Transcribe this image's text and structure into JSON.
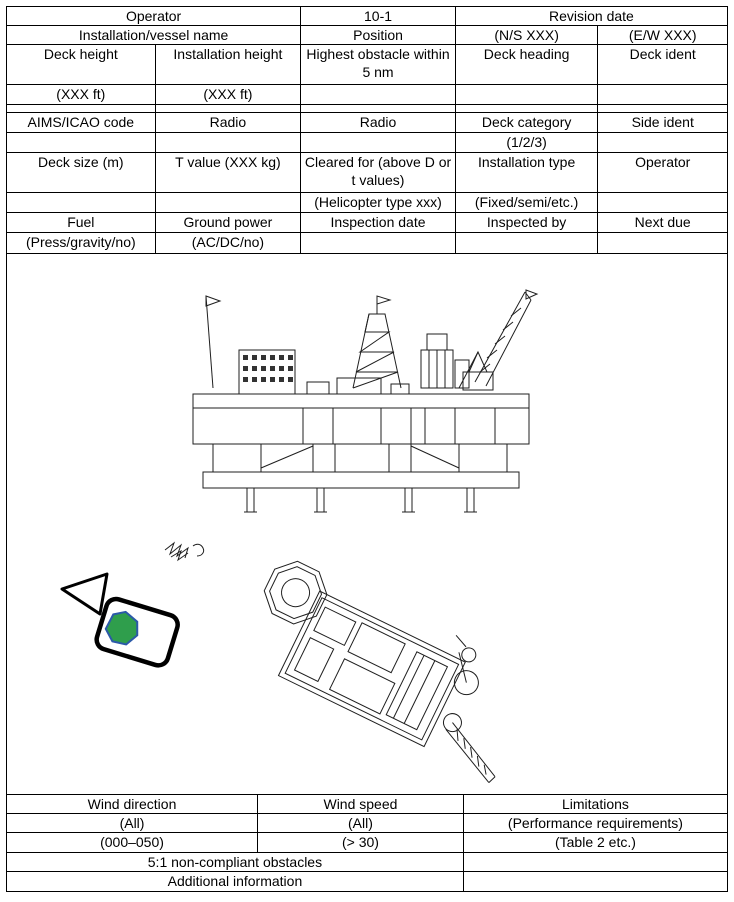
{
  "colors": {
    "marker_green": "#2f9e4c",
    "marker_blob_stroke": "#2b59a8",
    "line": "#000000"
  },
  "top_table": {
    "operator_label": "Operator",
    "page_ref": "10-1",
    "revision_date_label": "Revision date",
    "installation_vessel_label": "Installation/vessel name",
    "position_label": "Position",
    "position_ns": "(N/S XXX)",
    "position_ew": "(E/W XXX)",
    "deck_height_label": "Deck height",
    "installation_height_label": "Installation height",
    "highest_obstacle_label": "Highest obstacle within 5 nm",
    "deck_heading_label": "Deck heading",
    "deck_ident_label": "Deck ident",
    "deck_height_unit": "(XXX ft)",
    "installation_height_unit": "(XXX ft)",
    "aims_icao_label": "AIMS/ICAO code",
    "radio_label_1": "Radio",
    "radio_label_2": "Radio",
    "deck_category_label": "Deck category",
    "side_ident_label": "Side ident",
    "deck_category_options": "(1/2/3)",
    "deck_size_label": "Deck size (m)",
    "t_value_label": "T value (XXX kg)",
    "cleared_for_label": "Cleared for (above D or t values)",
    "installation_type_label": "Installation type",
    "operator_label_2": "Operator",
    "helicopter_type_hint": "(Helicopter type xxx)",
    "installation_type_hint": "(Fixed/semi/etc.)",
    "fuel_label": "Fuel",
    "ground_power_label": "Ground power",
    "inspection_date_label": "Inspection date",
    "inspected_by_label": "Inspected by",
    "next_due_label": "Next due",
    "fuel_hint": "(Press/gravity/no)",
    "ground_power_hint": "(AC/DC/no)"
  },
  "bottom_table": {
    "wind_direction_label": "Wind direction",
    "wind_speed_label": "Wind speed",
    "limitations_label": "Limitations",
    "wind_direction_value": "(All)",
    "wind_speed_value": "(All)",
    "limitations_value": "(Performance requirements)",
    "wind_direction_range": "(000–050)",
    "wind_speed_range": "(> 30)",
    "limitations_ref": "(Table 2 etc.)",
    "obstacles_note": "5:1 non-compliant obstacles",
    "additional_info_label": "Additional information"
  }
}
